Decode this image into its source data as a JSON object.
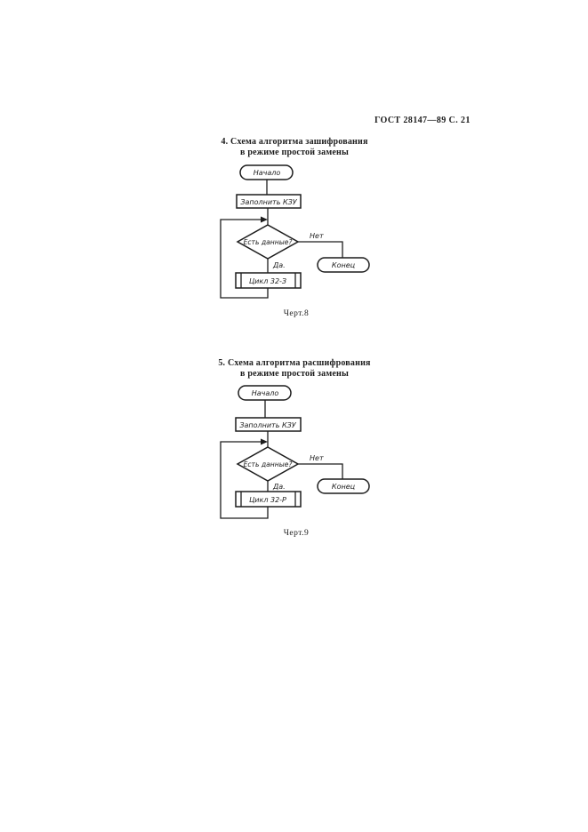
{
  "document": {
    "page_header": "ГОСТ 28147—89 С. 21"
  },
  "colors": {
    "ink": "#1c1c1c",
    "paper": "#ffffff"
  },
  "sections": [
    {
      "title_line1": "4. Схема алгоритма зашифрования",
      "title_line2": "в режиме простой замены",
      "figure_caption": "Черт.8",
      "flowchart": {
        "type": "flowchart",
        "start_label": "Начало",
        "process_label": "Заполнить КЗУ",
        "decision_label": "Есть данные?",
        "branch_no": "Нет",
        "branch_yes": "Да.",
        "loop_label": "Цикл 32-З",
        "end_label": "Конец"
      }
    },
    {
      "title_line1": "5. Схема алгоритма расшифрования",
      "title_line2": "в режиме простой замены",
      "figure_caption": "Черт.9",
      "flowchart": {
        "type": "flowchart",
        "start_label": "Начало",
        "process_label": "Заполнить КЗУ",
        "decision_label": "Есть данные?",
        "branch_no": "Нет",
        "branch_yes": "Да.",
        "loop_label": "Цикл 32-Р",
        "end_label": "Конец"
      }
    }
  ]
}
